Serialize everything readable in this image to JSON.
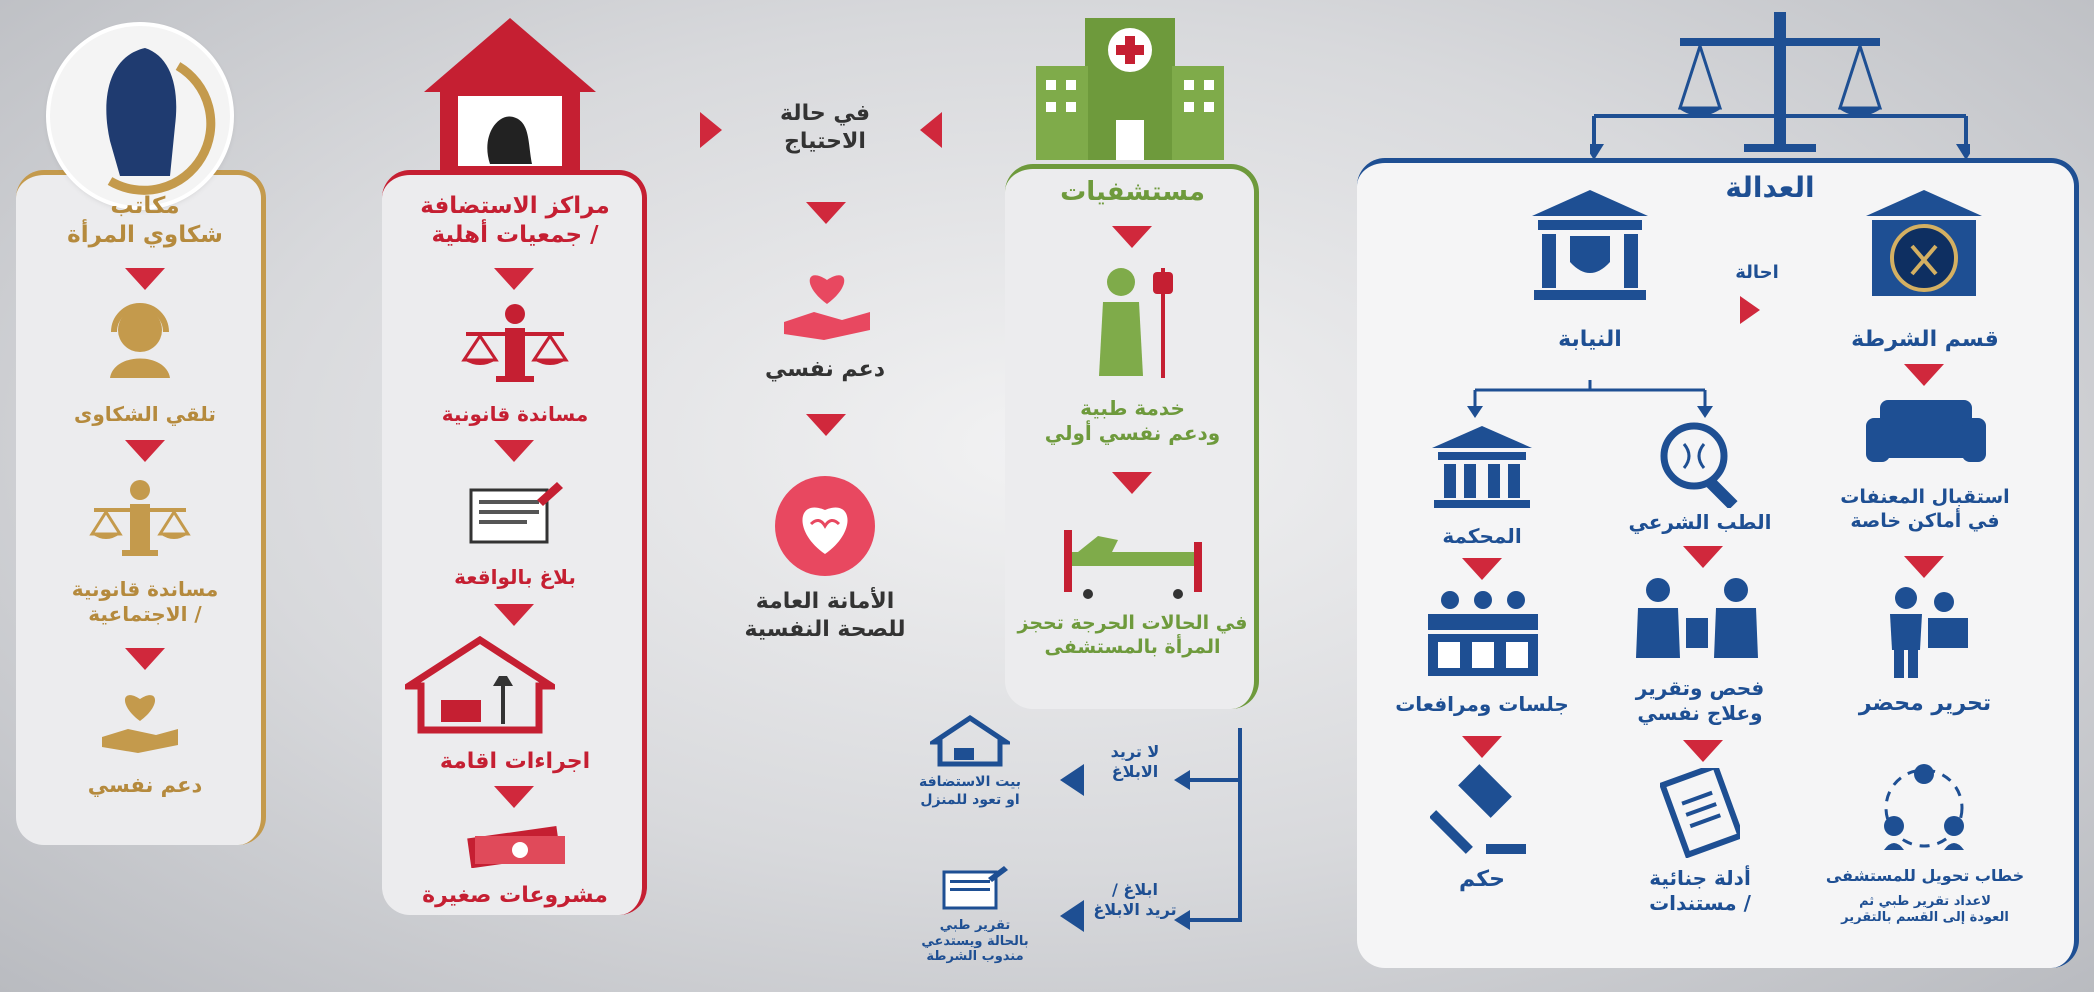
{
  "women_complaints": {
    "title": "مكاتب\nشكاوي المرأة",
    "step1": "تلقي الشكاوى",
    "step2": "مساندة قانونية\n/ الاجتماعية",
    "step3": "دعم نفسي"
  },
  "shelter": {
    "title": "مراكز الاستضافة\n/ جمعيات أهلية",
    "step1": "مساندة قانونية",
    "step2": "بلاغ بالواقعة",
    "step3": "اجراءات اقامة",
    "step4": "مشروعات صغيرة"
  },
  "psych": {
    "condition": "في حالة\nالاحتياج",
    "step1": "دعم نفسي",
    "step2": "الأمانة العامة\nللصحة النفسية"
  },
  "hospitals": {
    "title": "مستشفيات",
    "step1": "خدمة طبية\nودعم نفسي أولي",
    "step2": "في الحالات الحرجة تحجز\nالمرأة بالمستشفى"
  },
  "hospital_branch": {
    "no_report": "لا تريد\nالابلاغ",
    "shelter_home": "بيت الاستضافة\nاو تعود للمنزل",
    "report": "ابلاغ /\nتريد الابلاغ",
    "medical_report": "تقرير طبي\nبالحالة ويستدعي\nمندوب الشرطة"
  },
  "justice": {
    "title": "العدالة",
    "referral": "احالة",
    "police": "قسم الشرطة",
    "prosecution": "النيابة",
    "reception": "استقبال المعنفات\nفي أماكن خاصة",
    "record": "تحرير محضر",
    "referral_letter": "خطاب تحويل للمستشفى",
    "referral_note": "لاعداد تقرير طبي ثم\nالعودة إلى القسم بالتقرير",
    "forensic": "الطب الشرعي",
    "exam": "فحص وتقرير\nوعلاج نفسي",
    "evidence": "أدلة جنائية\n/ مستندات",
    "court": "المحكمة",
    "sessions": "جلسات ومرافعات",
    "verdict": "حكم"
  },
  "colors": {
    "gold": "#b58a3d",
    "red": "#c51f32",
    "green": "#6e9a3c",
    "navy": "#1e4f93"
  }
}
